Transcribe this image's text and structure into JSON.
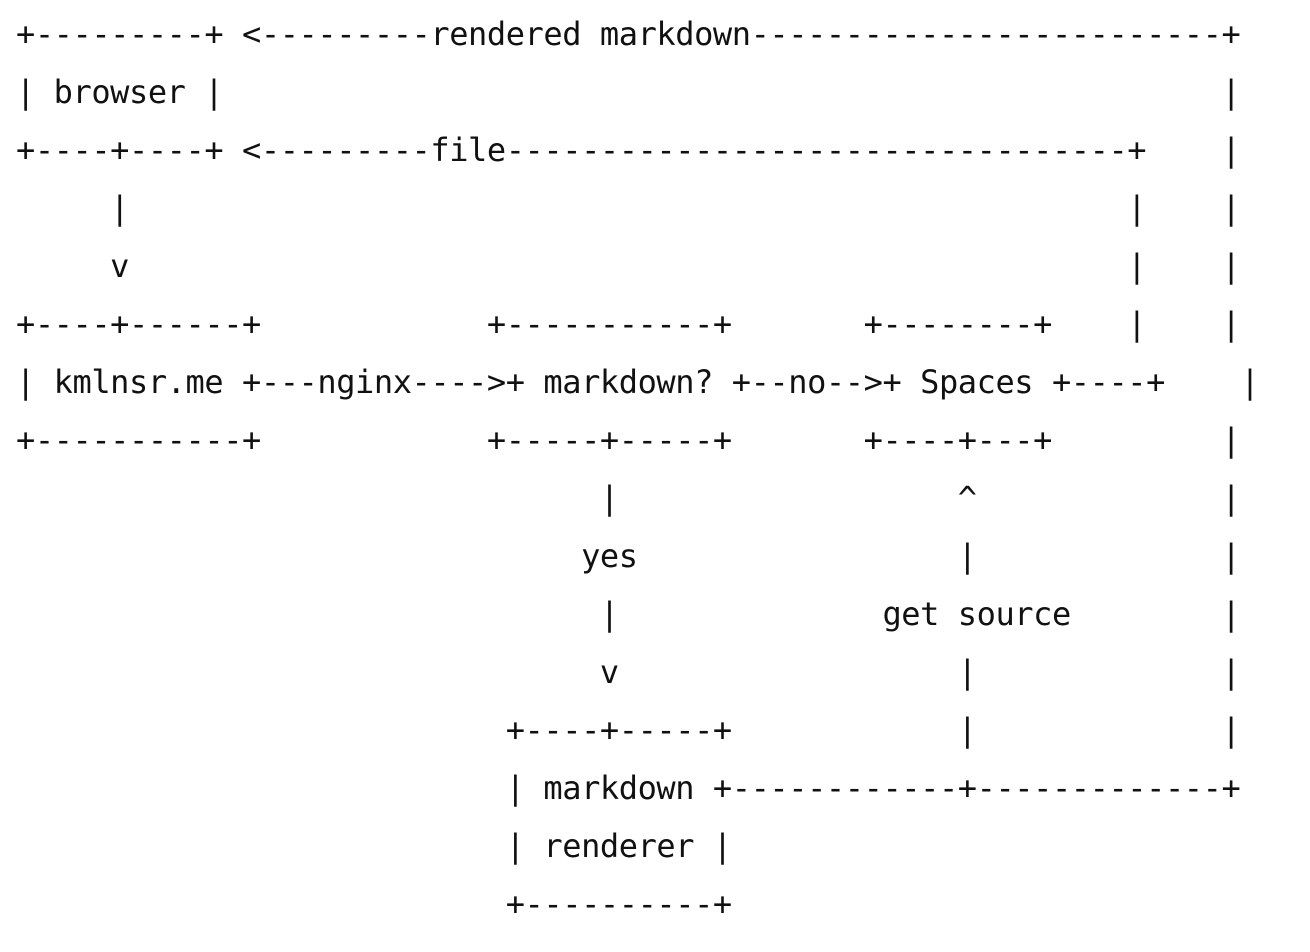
{
  "diagram": {
    "lines": [
      "+---------+ <---------rendered markdown-------------------------+",
      "| browser |                                                     |",
      "+----+----+ <---------file---------------------------------+    |",
      "     |                                                     |    |",
      "     v                                                     |    |",
      "+----+------+            +-----------+       +--------+    |    |",
      "| kmlnsr.me +---nginx---->+ markdown? +--no-->+ Spaces +----+    |",
      "+-----------+            +-----+-----+       +----+---+         |",
      "                               |                  ^             |",
      "                              yes                 |             |",
      "                               |              get source        |",
      "                               v                  |             |",
      "                          +----+-----+            |             |",
      "                          | markdown +------------+-------------+",
      "                          | renderer |",
      "                          +----------+"
    ]
  }
}
